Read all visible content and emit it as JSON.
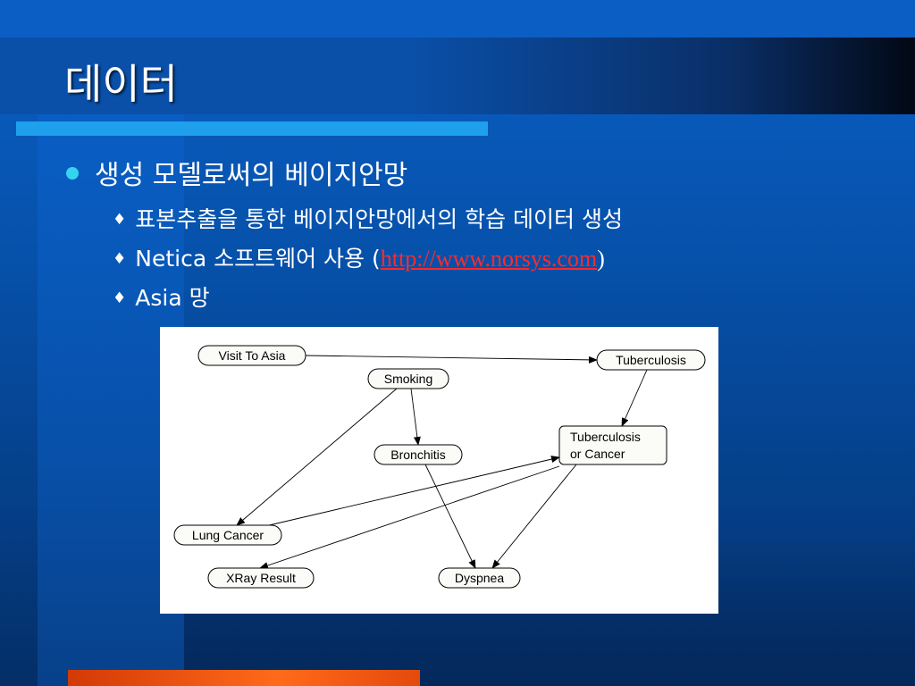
{
  "slide": {
    "title": "데이터",
    "bullets": [
      {
        "text": "생성 모델로써의 베이지안망"
      }
    ],
    "sub_bullets": [
      {
        "text": "표본추출을 통한 베이지안망에서의 학습 데이터 생성"
      },
      {
        "prefix": "Netica 소프트웨어 사용 (",
        "link": "http://www.norsys.com",
        "suffix": ")"
      },
      {
        "text": "Asia 망"
      }
    ],
    "diamond_glyph": "♦"
  },
  "colors": {
    "bullet_dot": "#33d6ee",
    "title_rule": "#1ea0ec",
    "link": "#ff2a2a",
    "accent_bar": "#ff6a1a"
  },
  "diagram": {
    "nodes": [
      {
        "id": "visit",
        "label": "Visit To Asia"
      },
      {
        "id": "tub",
        "label": "Tuberculosis"
      },
      {
        "id": "smoking",
        "label": "Smoking"
      },
      {
        "id": "bron",
        "label": "Bronchitis"
      },
      {
        "id": "tbc",
        "label": "Tuberculosis",
        "label2": "or Cancer"
      },
      {
        "id": "lung",
        "label": "Lung Cancer"
      },
      {
        "id": "xray",
        "label": "XRay Result"
      },
      {
        "id": "dysp",
        "label": "Dyspnea"
      }
    ],
    "edges": [
      [
        "visit",
        "tub"
      ],
      [
        "tub",
        "tbc"
      ],
      [
        "smoking",
        "bron"
      ],
      [
        "smoking",
        "lung"
      ],
      [
        "lung",
        "tbc"
      ],
      [
        "tbc",
        "xray"
      ],
      [
        "tbc",
        "dysp"
      ],
      [
        "bron",
        "dysp"
      ]
    ]
  }
}
